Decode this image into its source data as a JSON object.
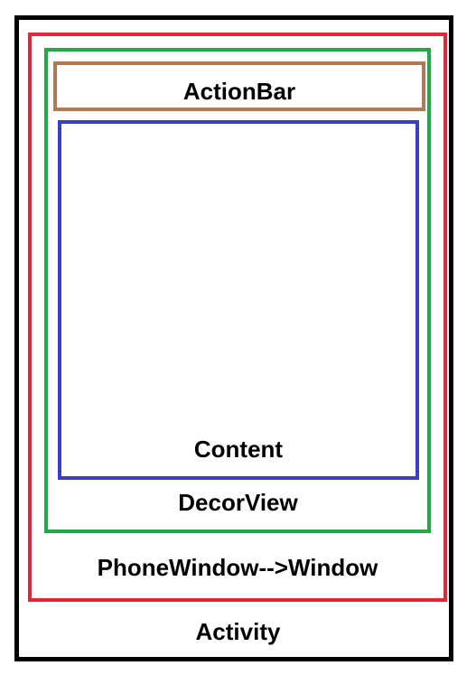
{
  "diagram": {
    "activity": {
      "label": "Activity",
      "border_color": "#000000"
    },
    "phone_window": {
      "label": "PhoneWindow-->Window",
      "border_color": "#e32636"
    },
    "decor_view": {
      "label": "DecorView",
      "border_color": "#22a845"
    },
    "action_bar": {
      "label": "ActionBar",
      "border_color": "#b07a55"
    },
    "content": {
      "label": "Content",
      "border_color": "#3a3fbf"
    }
  }
}
